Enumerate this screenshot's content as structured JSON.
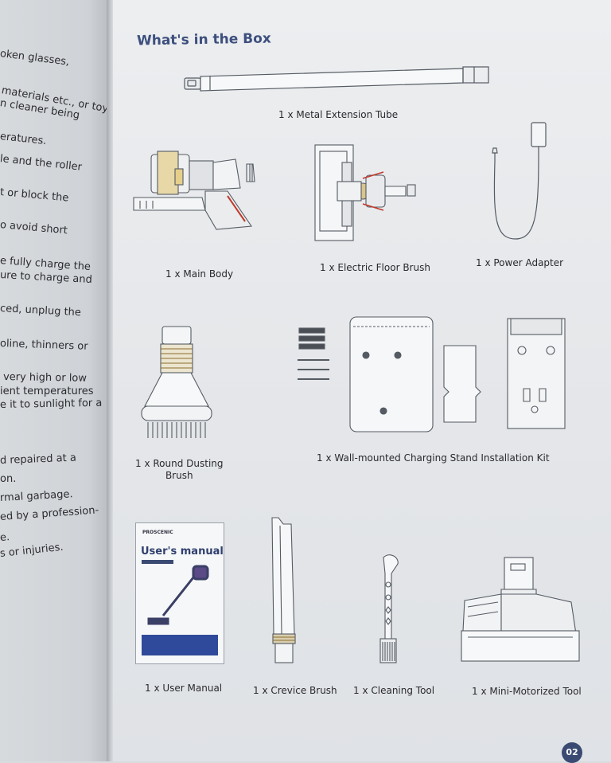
{
  "left_page": {
    "fragments": [
      "oken glasses,",
      "materials etc., or toy",
      "n cleaner being",
      "eratures.",
      "le and the roller",
      "t or block the",
      "o avoid short",
      "e fully charge the",
      "ure to charge and",
      "ced, unplug the",
      "oline, thinners or",
      "very high or low",
      "ient temperatures",
      "e it to sunlight for a",
      "d repaired at a",
      "on.",
      "rmal garbage.",
      "ed by a profession-",
      "e.",
      "s or injuries."
    ]
  },
  "page": {
    "title": "What's in the Box",
    "page_number": "02"
  },
  "items": {
    "extension_tube": "1 x Metal Extension Tube",
    "main_body": "1 x Main Body",
    "floor_brush": "1 x Electric Floor Brush",
    "power_adapter": "1 x Power Adapter",
    "dusting_brush": "1 x Round Dusting\nBrush",
    "wall_kit": "1 x Wall-mounted Charging Stand Installation Kit",
    "user_manual": "1 x User Manual",
    "crevice_brush": "1 x Crevice Brush",
    "cleaning_tool": "1 x Cleaning Tool",
    "mini_tool": "1 x Mini-Motorized Tool"
  },
  "manual_cover": {
    "brand": "PROSCENIC",
    "title": "User's manual"
  }
}
